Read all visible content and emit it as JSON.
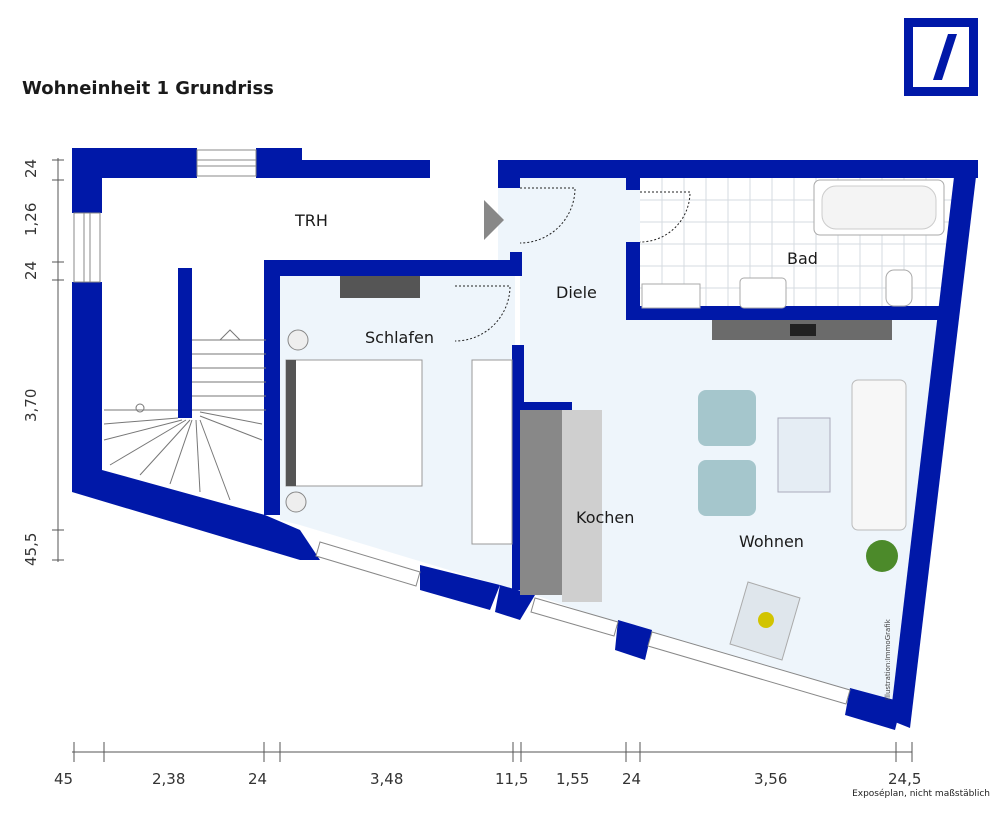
{
  "title": "Wohneinheit 1 Grundriss",
  "brand": {
    "logo": "deutsche-bank-logo",
    "color": "#0018a8"
  },
  "colors": {
    "wall": "#0018a8",
    "floor": "#f0f6fb",
    "bath_tile": "#dde3e8"
  },
  "rooms": {
    "trh": "TRH",
    "diele": "Diele",
    "bad": "Bad",
    "schlafen": "Schlafen",
    "kochen": "Kochen",
    "wohnen": "Wohnen"
  },
  "dimensions": {
    "left": [
      "24",
      "1,26",
      "24",
      "3,70",
      "45,5"
    ],
    "bottom": [
      "45",
      "2,38",
      "24",
      "3,48",
      "11,5",
      "1,55",
      "24",
      "3,56",
      "24,5"
    ]
  },
  "disclaimer": "Exposéplan, nicht maßstäblich",
  "copyright": "Illustration:ImmoGrafik"
}
